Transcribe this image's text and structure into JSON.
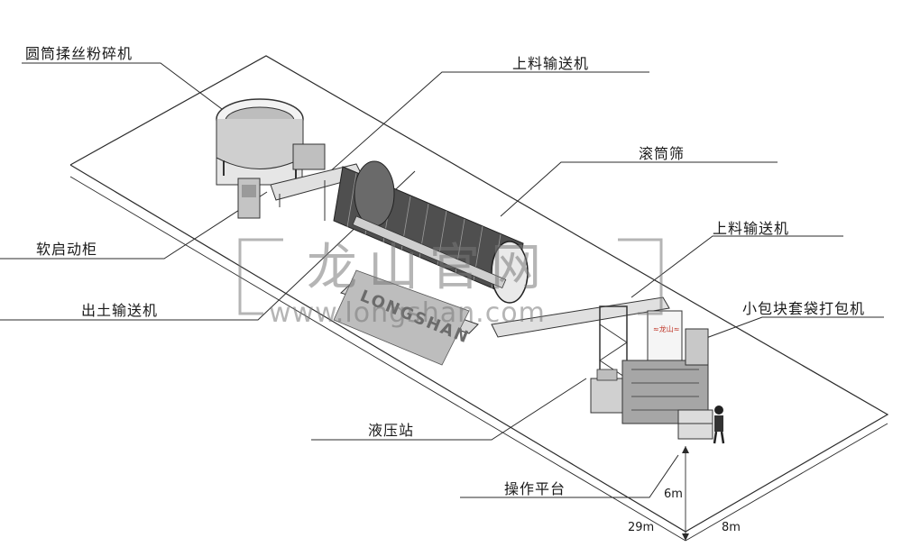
{
  "labels": {
    "shredder": "圆筒揉丝粉碎机",
    "feed_conveyor_1": "上料输送机",
    "drum_screen": "滚筒筛",
    "soft_start_cabinet": "软启动柜",
    "feed_conveyor_2": "上料输送机",
    "output_conveyor": "出土输送机",
    "baler": "小包块套袋打包机",
    "hydraulic_station": "液压站",
    "platform": "操作平台"
  },
  "dimensions": {
    "height": "6m",
    "length": "29m",
    "width": "8m"
  },
  "machine_brand": "LONGSHAN",
  "watermark": {
    "title": "龙山官网",
    "url": "www.longshan.com"
  },
  "colors": {
    "line": "#2b2b2b",
    "machine_gray": "#8c8c8c",
    "light_gray": "#d9d9d9",
    "watermark": "#8a8a8a"
  }
}
